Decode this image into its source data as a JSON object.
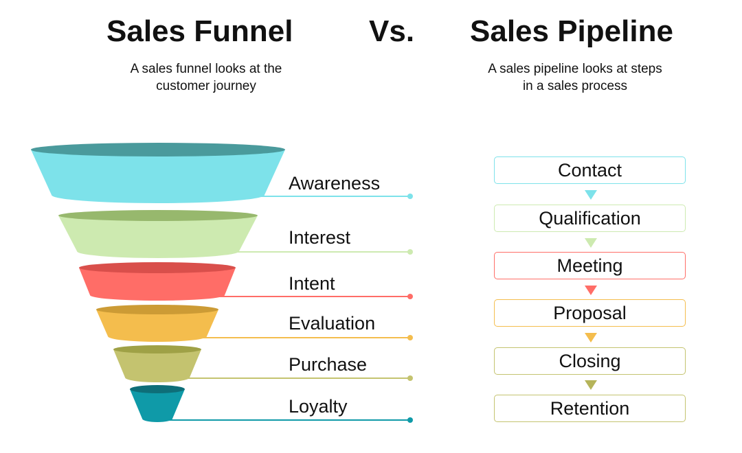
{
  "header": {
    "funnel_title": "Sales Funnel",
    "vs": "Vs.",
    "pipeline_title": "Sales Pipeline",
    "funnel_subtitle": [
      "A sales funnel looks at the",
      "customer journey"
    ],
    "pipeline_subtitle": [
      "A sales pipeline looks at steps",
      "in a sales process"
    ]
  },
  "funnel": {
    "stages": [
      {
        "label": "Awareness",
        "color": "#7DE2EA",
        "top_color": "#4A9A9C"
      },
      {
        "label": "Interest",
        "color": "#CDEAB0",
        "top_color": "#97B86D"
      },
      {
        "label": "Intent",
        "color": "#FF6D67",
        "top_color": "#D94F4B"
      },
      {
        "label": "Evaluation",
        "color": "#F4BD4D",
        "top_color": "#CC9B35"
      },
      {
        "label": "Purchase",
        "color": "#C4C36F",
        "top_color": "#9FA146"
      },
      {
        "label": "Loyalty",
        "color": "#0F9AA8",
        "top_color": "#0E6E78"
      }
    ]
  },
  "pipeline": {
    "steps": [
      {
        "label": "Contact",
        "color": "#7DE2EA"
      },
      {
        "label": "Qualification",
        "color": "#CDEAB0"
      },
      {
        "label": "Meeting",
        "color": "#FF6D67"
      },
      {
        "label": "Proposal",
        "color": "#F4BD4D"
      },
      {
        "label": "Closing",
        "color": "#C4C36F"
      },
      {
        "label": "Retention",
        "color": "#C4C36F"
      }
    ],
    "arrow_colors": [
      "#7DE2EA",
      "#CDEAB0",
      "#FF6D67",
      "#F4BD4D",
      "#B5B45A"
    ]
  }
}
